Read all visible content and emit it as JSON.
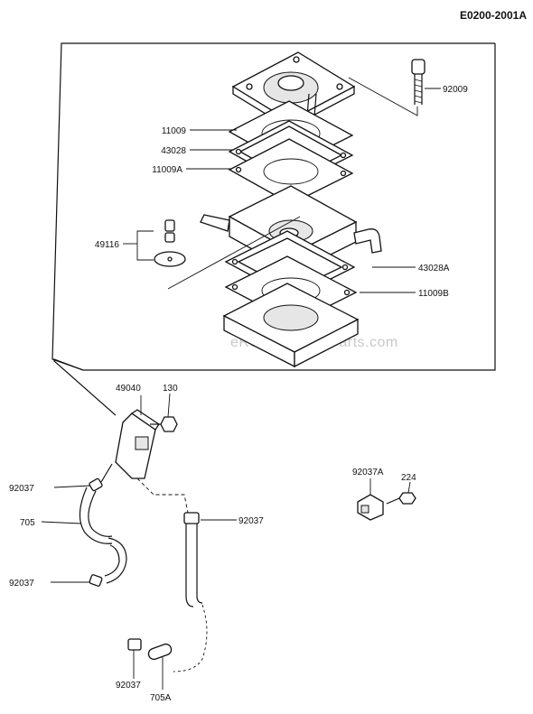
{
  "diagram_id": "E0200-2001A",
  "watermark": "eReplacementParts.com",
  "callouts": {
    "p92009": "92009",
    "p11009": "11009",
    "p43028": "43028",
    "p11009A": "11009A",
    "p49116": "49116",
    "p43028A": "43028A",
    "p11009B": "11009B",
    "p49040": "49040",
    "p130": "130",
    "p92037_a": "92037",
    "p705": "705",
    "p92037_b": "92037",
    "p92037_c": "92037",
    "p92037A": "92037A",
    "p224": "224",
    "p92037_d": "92037",
    "p705A": "705A"
  }
}
